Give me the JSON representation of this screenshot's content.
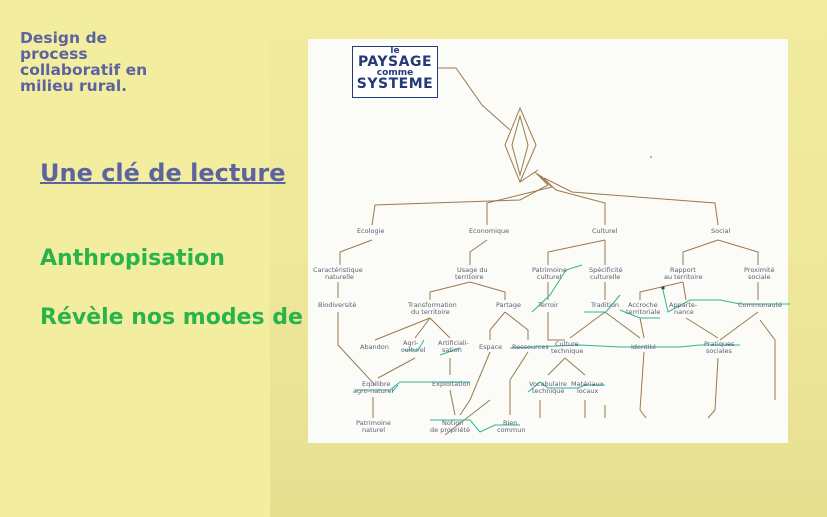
{
  "left": {
    "subtitle": "Design de process collaboratif en milieu rural.",
    "link_heading": "Une clé de lecture",
    "heading_anthropisation": "Anthropisation",
    "heading_revele": "Révèle nos modes de vie"
  },
  "logo": {
    "le": "le",
    "paysage": "PAYSAGE",
    "comme": "comme",
    "systeme": "SYSTEME"
  },
  "diagram": {
    "ecologie": "Ecologie",
    "economique": "Economique",
    "culturel": "Culturel",
    "social": "Social",
    "caracteristique_1": "Caractéristique",
    "caracteristique_2": "naturelle",
    "usage_1": "Usage du",
    "usage_2": "territoire",
    "patrimoine_1": "Patrimoine",
    "patrimoine_2": "culturel",
    "specificite_1": "Spécificité",
    "specificite_2": "culturelle",
    "rapport_1": "Rapport",
    "rapport_2": "au territoire",
    "proximite_1": "Proximité",
    "proximite_2": "sociale",
    "biodiversite": "Biodiversité",
    "transformation_1": "Transformation",
    "transformation_2": "du territoire",
    "partage": "Partage",
    "terroir": "Terroir",
    "tradition": "Tradition",
    "accroche_1": "Accroche",
    "accroche_2": "territoriale",
    "appartenance_1": "Apparte-",
    "appartenance_2": "nance",
    "communaute": "Communauté",
    "abandon": "Abandon",
    "agriculturel_1": "Agri-",
    "agriculturel_2": "culturel",
    "artificialisation_1": "Artificiali-",
    "artificialisation_2": "sation",
    "espace": "Espace",
    "ressources": "Ressources",
    "culture_technique_1": "Culture",
    "culture_technique_2": "technique",
    "identite": "Identité",
    "pratiques_1": "Pratiques",
    "pratiques_2": "sociales",
    "equilibre_1": "Equilibre",
    "equilibre_2": "agro-naturel",
    "exploitation": "Exploitation",
    "vocabulaire_1": "Vocabulaire",
    "vocabulaire_2": "technique",
    "materiaux_1": "Matériaux",
    "materiaux_2": "locaux",
    "patrimoine_naturel_1": "Patrimoine",
    "patrimoine_naturel_2": "naturel",
    "notion_1": "Notion",
    "notion_2": "de propriété",
    "bien_commun_1": "Bien",
    "bien_commun_2": "commun"
  },
  "colors": {
    "accent_green": "#28b34b",
    "title_blue": "#5b63a0",
    "line_brown": "#9b7a4f",
    "line_teal": "#2fb593",
    "logo_navy": "#233a78"
  }
}
